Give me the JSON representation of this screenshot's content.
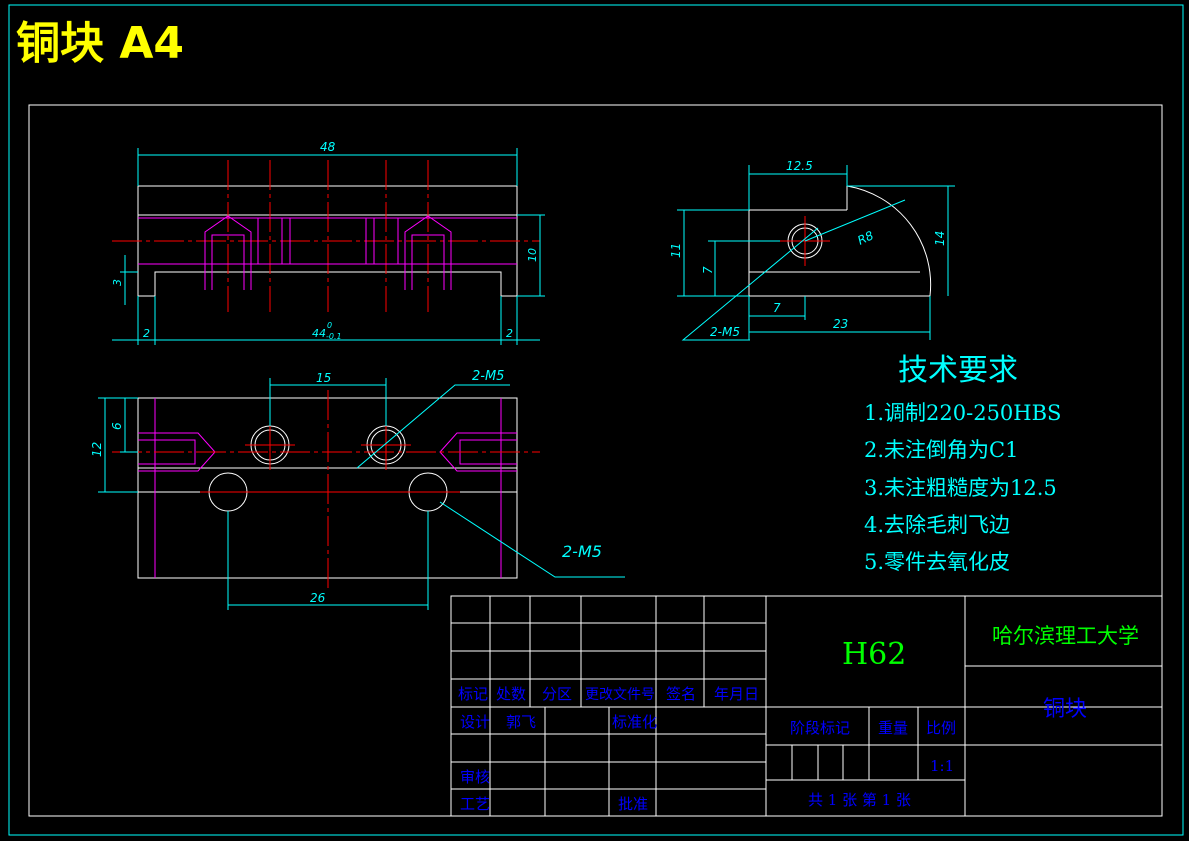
{
  "drawing_title": "铜块 A4",
  "colors": {
    "frame": "#00ffff",
    "dimension": "#00ffff",
    "outline": "#ffffff",
    "centerline": "#ff0000",
    "hidden": "#ff00ff",
    "title": "#ffff00",
    "material": "#00ff00",
    "university": "#00ff00",
    "partname": "#0000ff",
    "tb_labels": "#0000ff"
  },
  "front_view": {
    "dim_length": "48",
    "dim_inner": "44",
    "dim_inner_upper": "0",
    "dim_inner_lower": "-0.1",
    "dim_left_step": "2",
    "dim_right_step": "2",
    "dim_step_height": "3",
    "dim_height": "10"
  },
  "side_view": {
    "dim_top": "12.5",
    "dim_radius": "R8",
    "dim_total_height": "14",
    "dim_height": "11",
    "dim_hole_height": "7",
    "dim_hole_x": "7",
    "dim_width": "23",
    "thread_note": "2-M5"
  },
  "top_view": {
    "dim_hole_spacing_top": "15",
    "dim_hole_spacing_bottom": "26",
    "dim_width": "12",
    "dim_half": "6",
    "thread_note_top": "2-M5",
    "thread_note_bottom": "2-M5"
  },
  "requirements": {
    "heading": "技术要求",
    "items": [
      "1.调制220-250HBS",
      "2.未注倒角为C1",
      "3.未注粗糙度为12.5",
      "4.去除毛刺飞边",
      "5.零件去氧化皮"
    ]
  },
  "title_block": {
    "material": "H62",
    "university": "哈尔滨理工大学",
    "part_name": "铜块",
    "headers": [
      "标记",
      "处数",
      "分区",
      "更改文件号",
      "签名",
      "年月日"
    ],
    "design_label": "设计",
    "designer": "郭飞",
    "standardization_label": "标准化",
    "review_label": "审核",
    "process_label": "工艺",
    "approve_label": "批准",
    "stage_label": "阶段标记",
    "weight_label": "重量",
    "scale_label": "比例",
    "scale_value": "1:1",
    "sheet_info": "共 1 张  第 1 张"
  }
}
